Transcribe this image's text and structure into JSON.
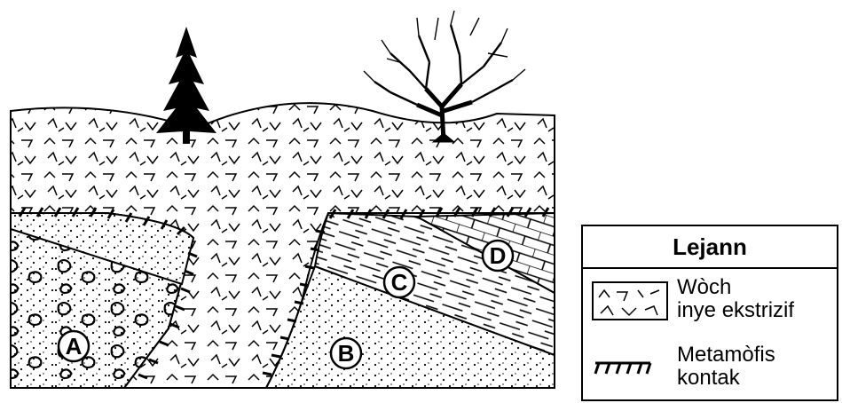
{
  "diagram": {
    "rock_labels": [
      "A",
      "B",
      "C",
      "D"
    ],
    "elements": [
      "pine-tree",
      "deciduous-tree",
      "extrusive-igneous-rock",
      "metamorphic-contact"
    ]
  },
  "legend": {
    "title": "Lejann",
    "items": [
      {
        "line1": "Wòch",
        "line2": "inye ekstrizif",
        "symbol": "extrusive-rock-pattern-icon"
      },
      {
        "line1": "Metamòfis",
        "line2": "kontak",
        "symbol": "contact-hatch-icon"
      }
    ]
  },
  "colors": {
    "ink": "#000000",
    "paper": "#ffffff"
  }
}
